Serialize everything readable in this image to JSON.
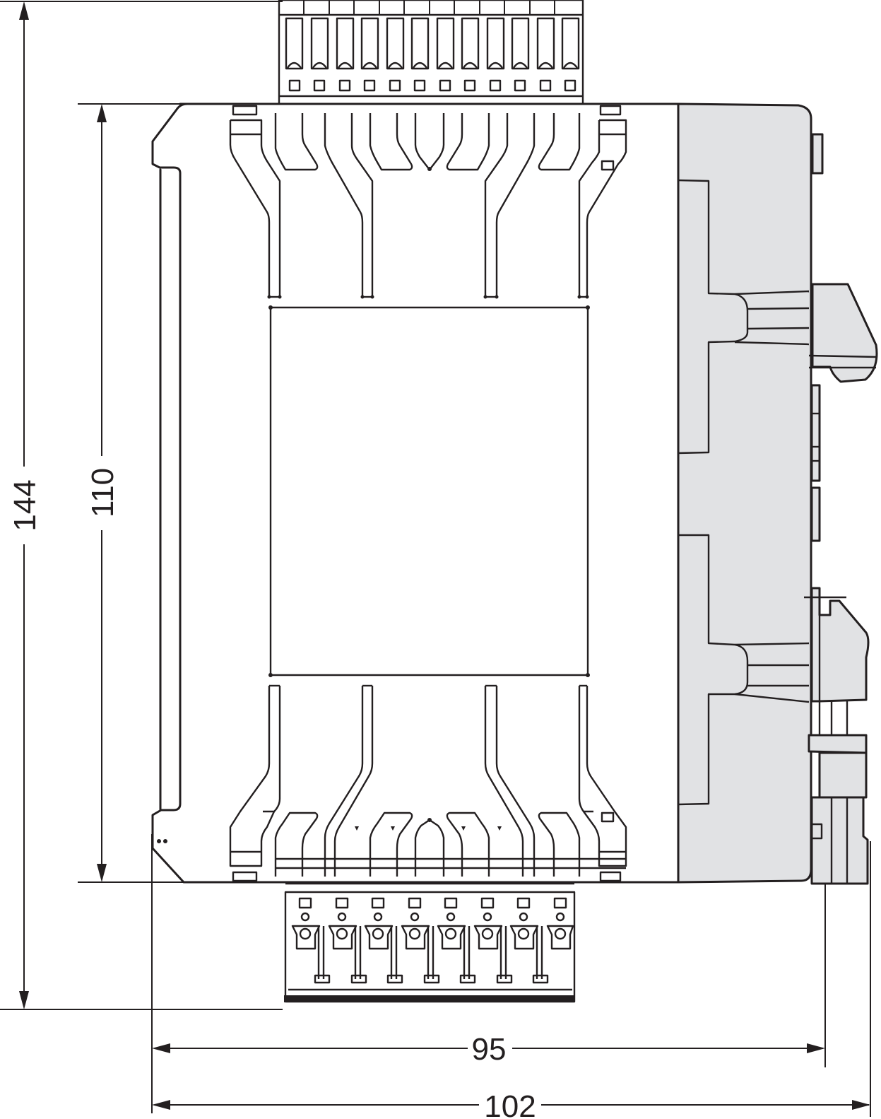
{
  "drawing": {
    "type": "dimensional technical drawing (side view of DIN-rail module with plug-in terminal blocks)",
    "units": "mm",
    "colors": {
      "line": "#231f20",
      "housing_fill": "#e1e2e4",
      "background": "#ffffff"
    },
    "dimensions": {
      "height_overall": "144",
      "height_housing": "110",
      "depth_housing": "95",
      "depth_overall": "102"
    },
    "terminal_blocks": {
      "top_count": 12,
      "bottom_count": 8
    }
  }
}
